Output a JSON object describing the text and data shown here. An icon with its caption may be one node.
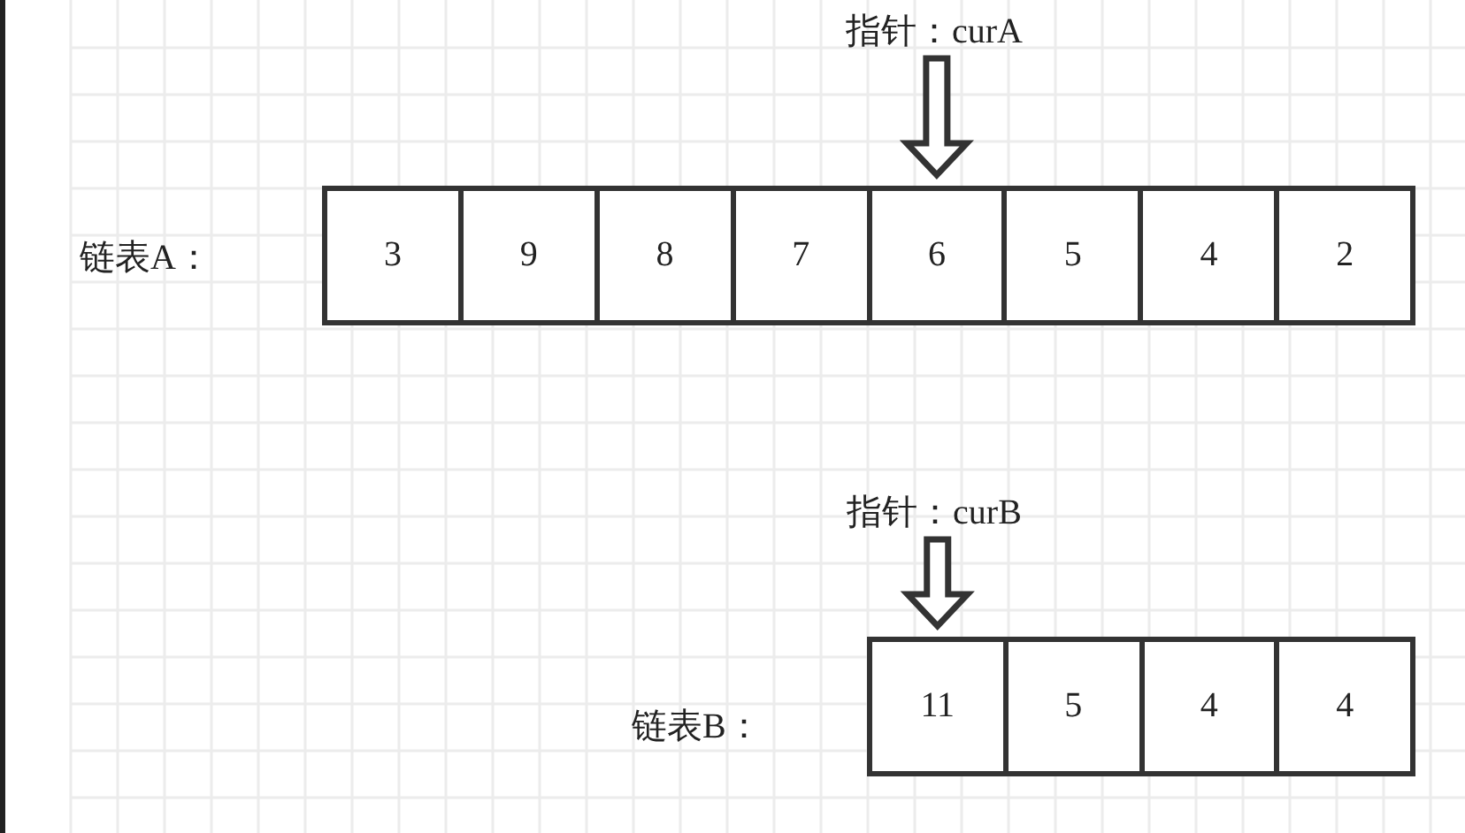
{
  "diagram": {
    "nodes": [
      {
        "text": [
          "指针：curA"
        ]
      },
      {
        "text": [
          "3"
        ]
      },
      {
        "text": [
          "9"
        ]
      },
      {
        "text": [
          "8"
        ]
      },
      {
        "text": [
          "7"
        ]
      },
      {
        "text": [
          "6"
        ]
      },
      {
        "text": [
          "5"
        ]
      },
      {
        "text": [
          "4"
        ]
      },
      {
        "text": [
          "2"
        ]
      },
      {
        "text": [
          "指针：curB"
        ]
      },
      {
        "text": [
          "11"
        ]
      },
      {
        "text": [
          "5"
        ]
      },
      {
        "text": [
          "4"
        ]
      },
      {
        "text": [
          "4"
        ]
      }
    ],
    "edges": [
      {
        "from": 0,
        "to": 5,
        "arrow": "to"
      },
      {
        "from": 9,
        "to": 10,
        "arrow": "to"
      }
    ],
    "labels": [
      "链表A：",
      "链表B："
    ]
  }
}
